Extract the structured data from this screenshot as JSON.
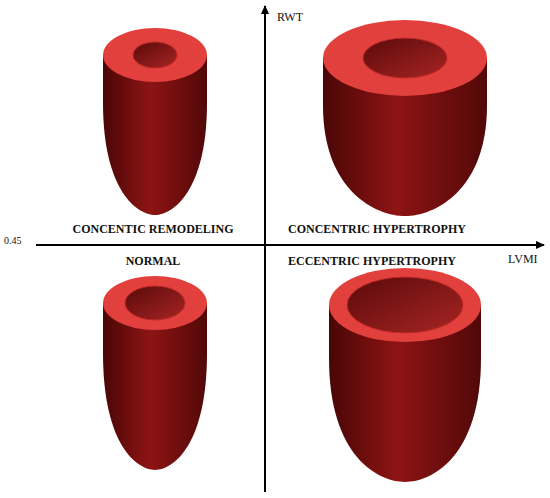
{
  "diagram": {
    "labels": [
      "RWT",
      "CONCENTIC REMODELING",
      "CONCENTRIC HYPERTROPHY",
      "0.45",
      "LVMI",
      "NORMAL",
      "ECCENTRIC HYPERTROPHY"
    ]
  }
}
